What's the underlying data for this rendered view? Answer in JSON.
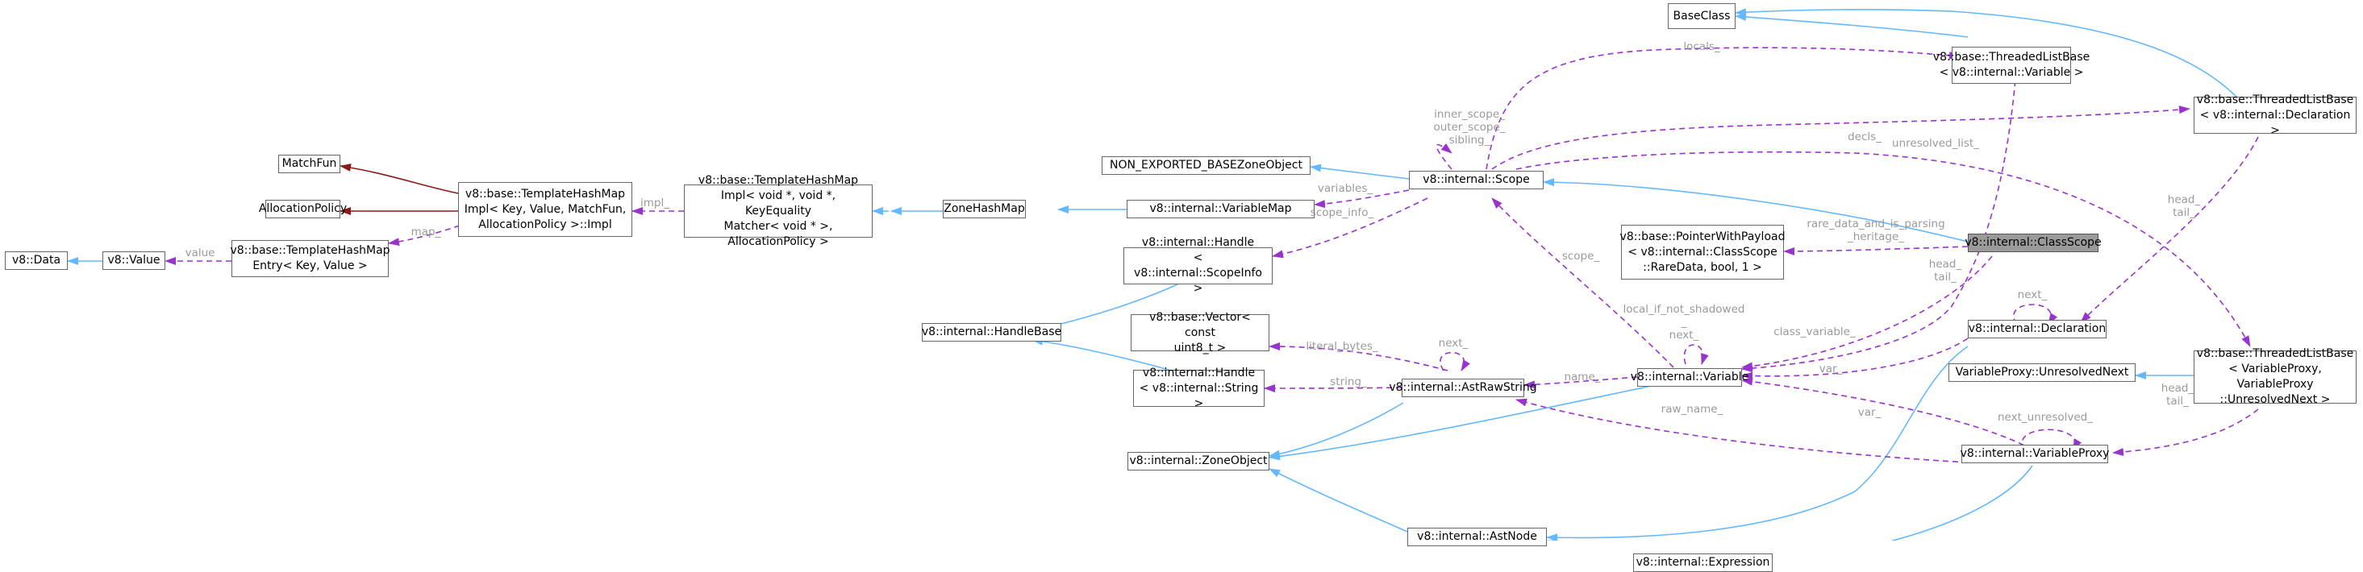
{
  "colors": {
    "inheritance": "#63b8ff",
    "usage": "#9a32cd",
    "template": "#8b1a1a",
    "label": "#9a9a9a",
    "node_border": "#666666",
    "focus_fill": "#9a9a9a"
  },
  "nodes": {
    "v8_data": "v8::Data",
    "v8_value": "v8::Value",
    "template_hashmap_entry": "v8::base::TemplateHashMap\nEntry< Key, Value >",
    "matchfun": "MatchFun",
    "allocation_policy": "AllocationPolicy",
    "template_hashmap_impl": "v8::base::TemplateHashMap\nImpl< Key, Value, MatchFun,\nAllocationPolicy >::Impl",
    "template_hashmap_impl_void": "v8::base::TemplateHashMap\nImpl< void *, void *, KeyEquality\nMatcher< void * >, AllocationPolicy >",
    "zone_hashmap": "ZoneHashMap",
    "variable_map": "v8::internal::VariableMap",
    "non_exported_base": "NON_EXPORTED_BASEZoneObject",
    "scope": "v8::internal::Scope",
    "handle_scopeinfo": "v8::internal::Handle\n< v8::internal::ScopeInfo >",
    "handle_base": "v8::internal::HandleBase",
    "vector_uint8": "v8::base::Vector< const\nuint8_t >",
    "handle_string": "v8::internal::Handle\n< v8::internal::String >",
    "ast_raw_string": "v8::internal::AstRawString",
    "zone_object": "v8::internal::ZoneObject",
    "ast_node": "v8::internal::AstNode",
    "expression": "v8::internal::Expression",
    "variable": "v8::internal::Variable",
    "pointer_with_payload": "v8::base::PointerWithPayload\n< v8::internal::ClassScope\n::RareData, bool, 1 >",
    "class_scope": "v8::internal::ClassScope",
    "base_class": "BaseClass",
    "threaded_list_variable": "v8::base::ThreadedListBase\n< v8::internal::Variable >",
    "threaded_list_declaration": "v8::base::ThreadedListBase\n< v8::internal::Declaration >",
    "declaration": "v8::internal::Declaration",
    "variable_proxy_unresolved_next": "VariableProxy::UnresolvedNext",
    "threaded_list_variable_proxy": "v8::base::ThreadedListBase\n< VariableProxy, VariableProxy\n::UnresolvedNext >",
    "variable_proxy": "v8::internal::VariableProxy"
  },
  "edge_labels": {
    "value": "value",
    "map": "map_",
    "impl": "impl_",
    "variables": "variables_",
    "scope_info": "scope_info_",
    "self_scope": "inner_scope_\nouter_scope_\nsibling_",
    "locals": "locals_",
    "decls": "decls_",
    "unresolved_list": "unresolved_list_",
    "scope": "scope_",
    "rare_data": "rare_data_and_is_parsing\n_heritage_",
    "head_tail_variable": "head_\ntail_",
    "class_variable": "class_variable_",
    "self_variable": "local_if_not_shadowed\n_\nnext_",
    "name": "name_",
    "literal_bytes": "literal_bytes_",
    "self_ast_raw_string": "next_",
    "string": "string_",
    "raw_name": "raw_name_",
    "var_declaration": "var_",
    "var_proxy": "var_",
    "self_declaration": "next_",
    "head_tail_declaration": "head_\ntail_",
    "head_tail_proxy": "head_\ntail_",
    "self_variable_proxy": "next_unresolved_"
  }
}
